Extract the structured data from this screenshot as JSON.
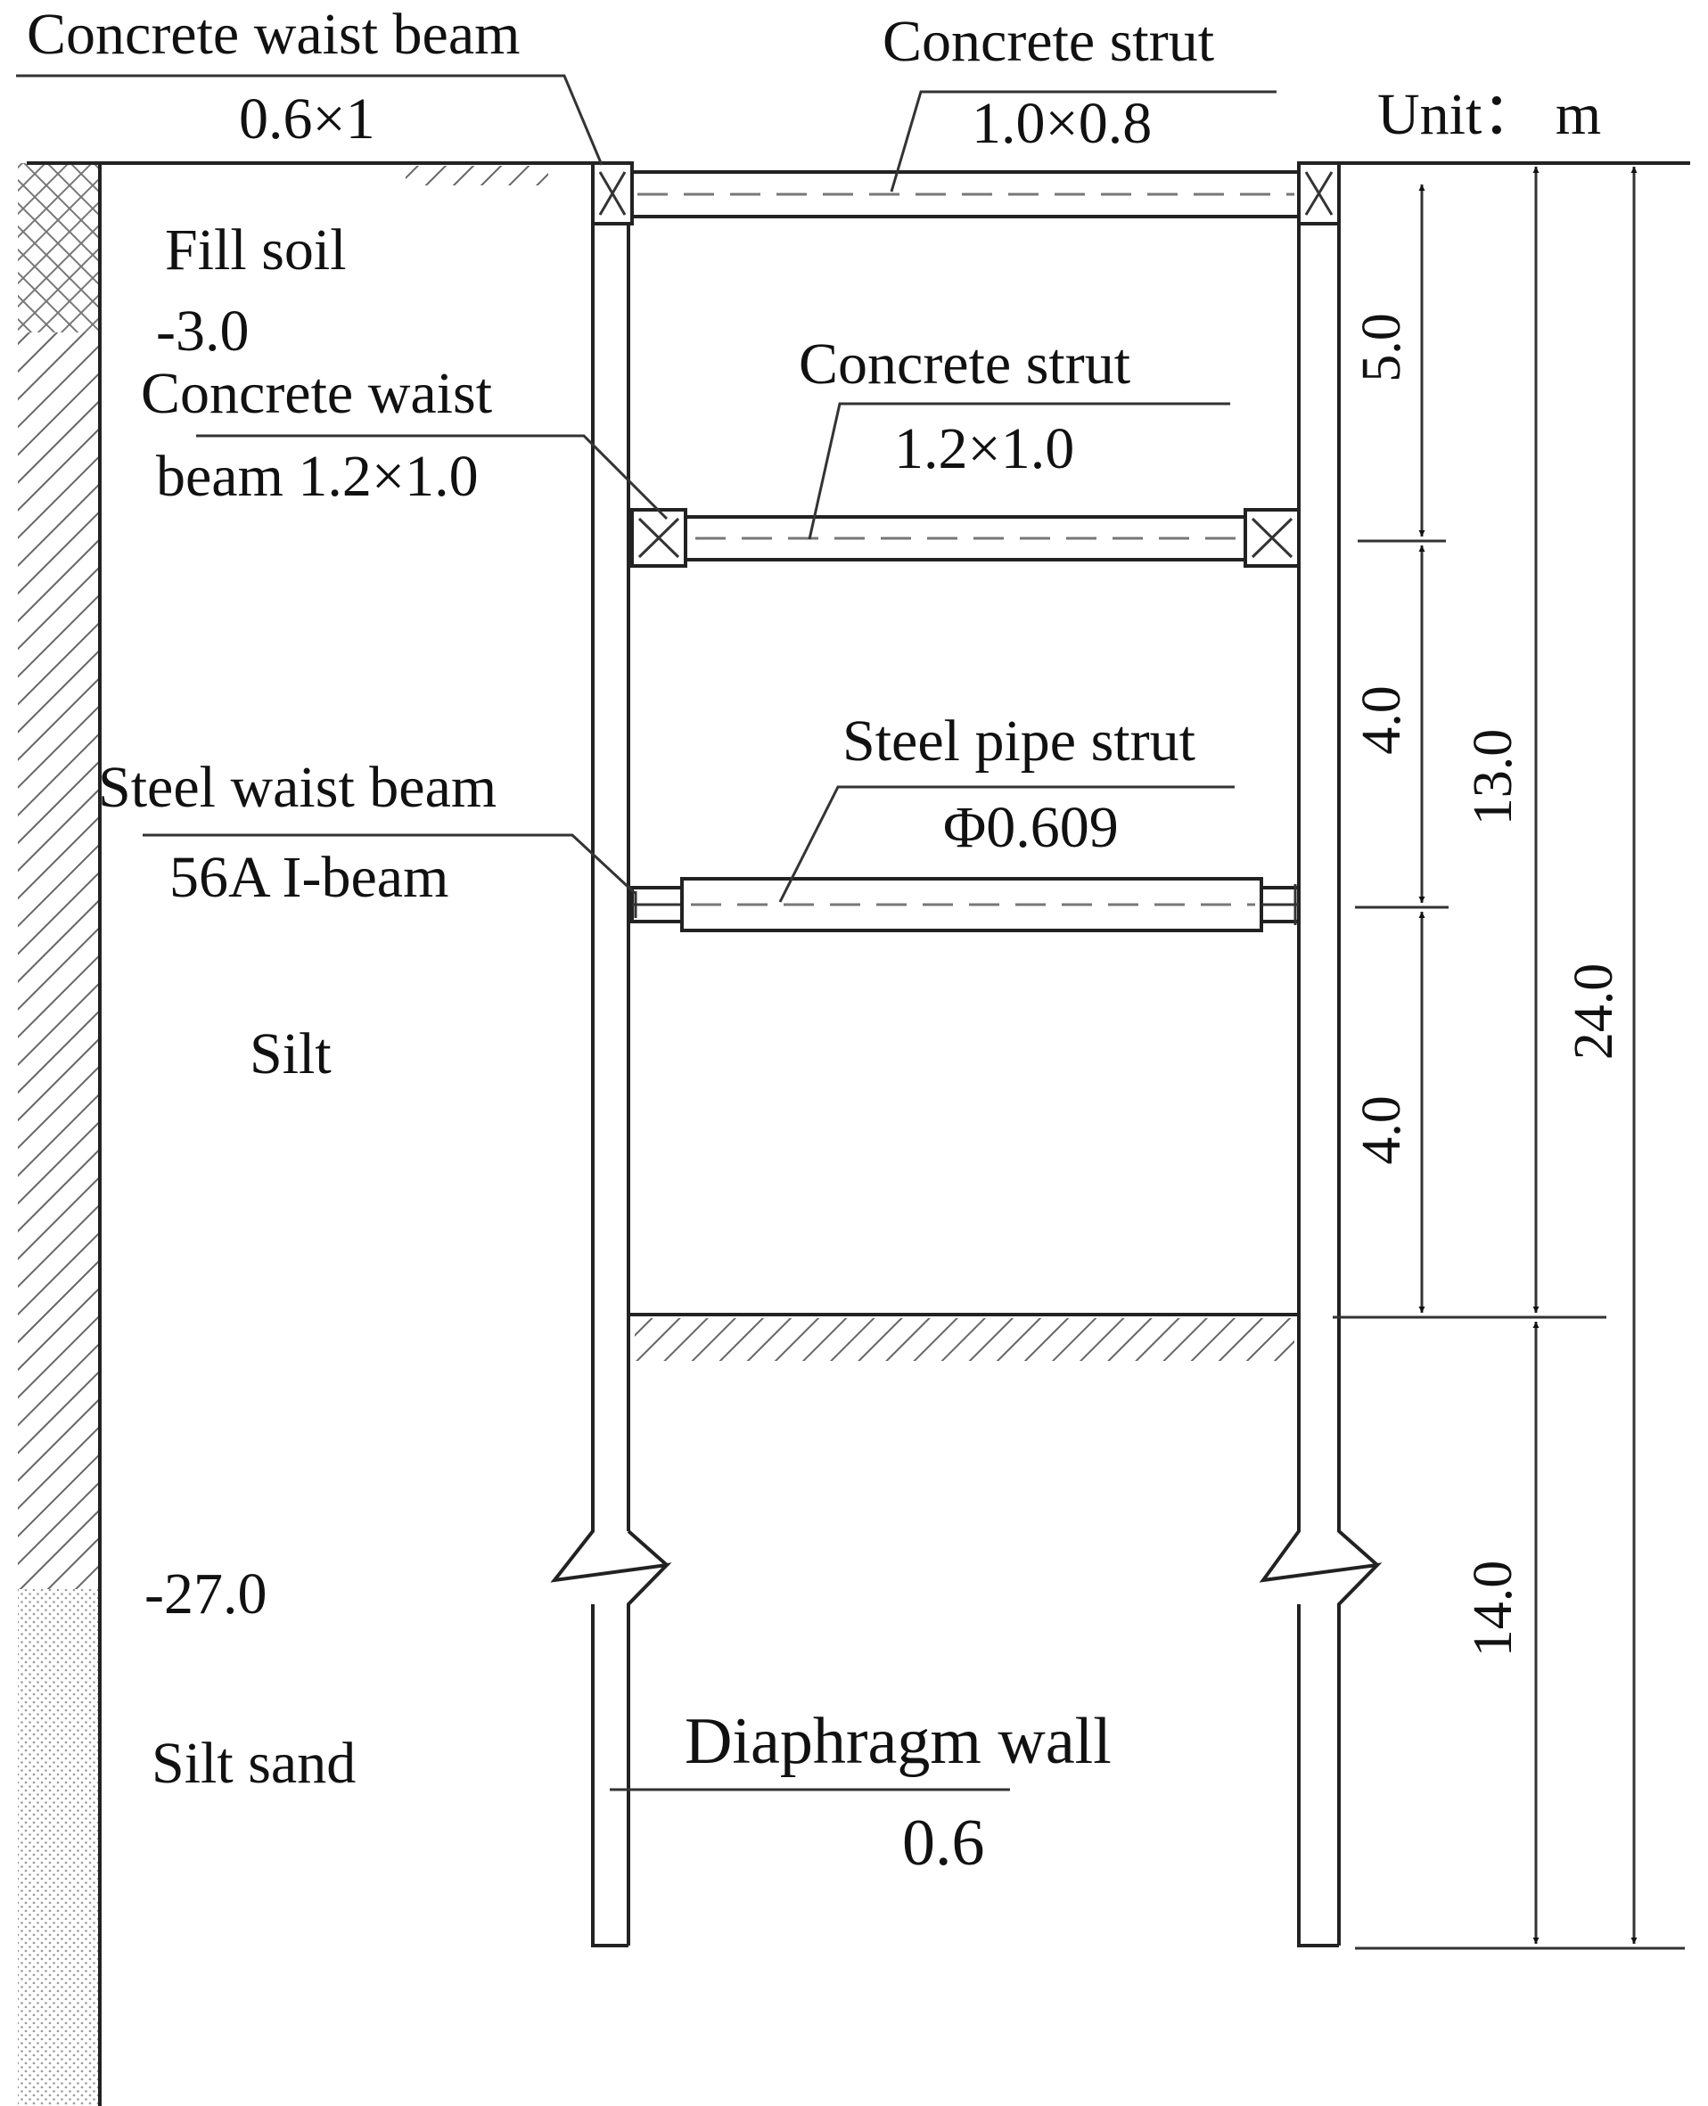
{
  "unit": "Unit： m",
  "labels": {
    "top_waist_beam": "Concrete waist beam",
    "top_waist_beam_size": "0.6×1",
    "top_strut": "Concrete strut",
    "top_strut_size": "1.0×0.8",
    "fill_soil": "Fill soil",
    "fill_soil_level": "-3.0",
    "mid_waist_beam_1": "Concrete waist",
    "mid_waist_beam_2": "beam 1.2×1.0",
    "mid_strut": "Concrete strut",
    "mid_strut_size": "1.2×1.0",
    "steel_strut": "Steel pipe strut",
    "steel_strut_size": "Φ0.609",
    "steel_waist_beam": "Steel waist beam",
    "steel_waist_beam_size": "56A I-beam",
    "silt": "Silt",
    "silt_level": "-27.0",
    "silt_sand": "Silt sand",
    "diaphragm_wall": "Diaphragm wall",
    "diaphragm_wall_thickness": "0.6"
  },
  "dimensions": {
    "d1": "5.0",
    "d2": "4.0",
    "d3": "4.0",
    "d4": "13.0",
    "d5": "24.0",
    "d6": "14.0"
  },
  "colors": {
    "line": "#222222",
    "hatch": "#666666",
    "dots": "#999999",
    "dash": "#777777"
  }
}
